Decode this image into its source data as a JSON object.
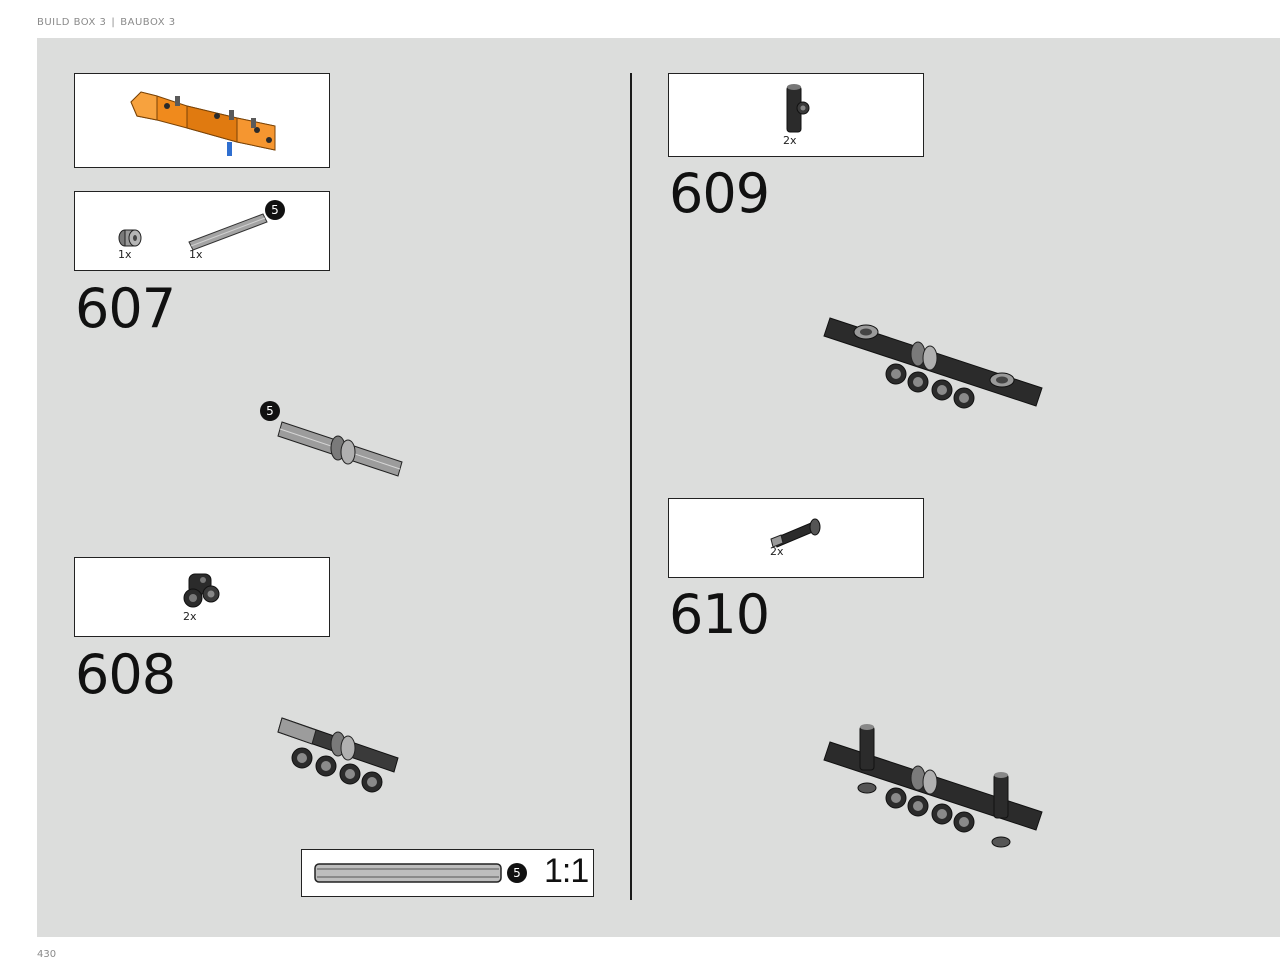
{
  "header": {
    "left": "BUILD BOX 3",
    "separator": "|",
    "right": "BAUBOX 3"
  },
  "page_number": "430",
  "steps": {
    "s607": {
      "number": "607",
      "parts": [
        {
          "qty": "1x"
        },
        {
          "qty": "1x",
          "badge": "5"
        }
      ],
      "callout_badge": "5"
    },
    "s608": {
      "number": "608",
      "parts": [
        {
          "qty": "2x"
        }
      ]
    },
    "s609": {
      "number": "609",
      "parts": [
        {
          "qty": "2x"
        }
      ]
    },
    "s610": {
      "number": "610",
      "parts": [
        {
          "qty": "2x"
        }
      ]
    }
  },
  "scale_box": {
    "badge": "5",
    "label": "1:1"
  },
  "colors": {
    "background": "#dcdddc",
    "orange": "#f08a1c",
    "part_dark": "#2b2b2b",
    "part_gray": "#8d8d8d"
  }
}
